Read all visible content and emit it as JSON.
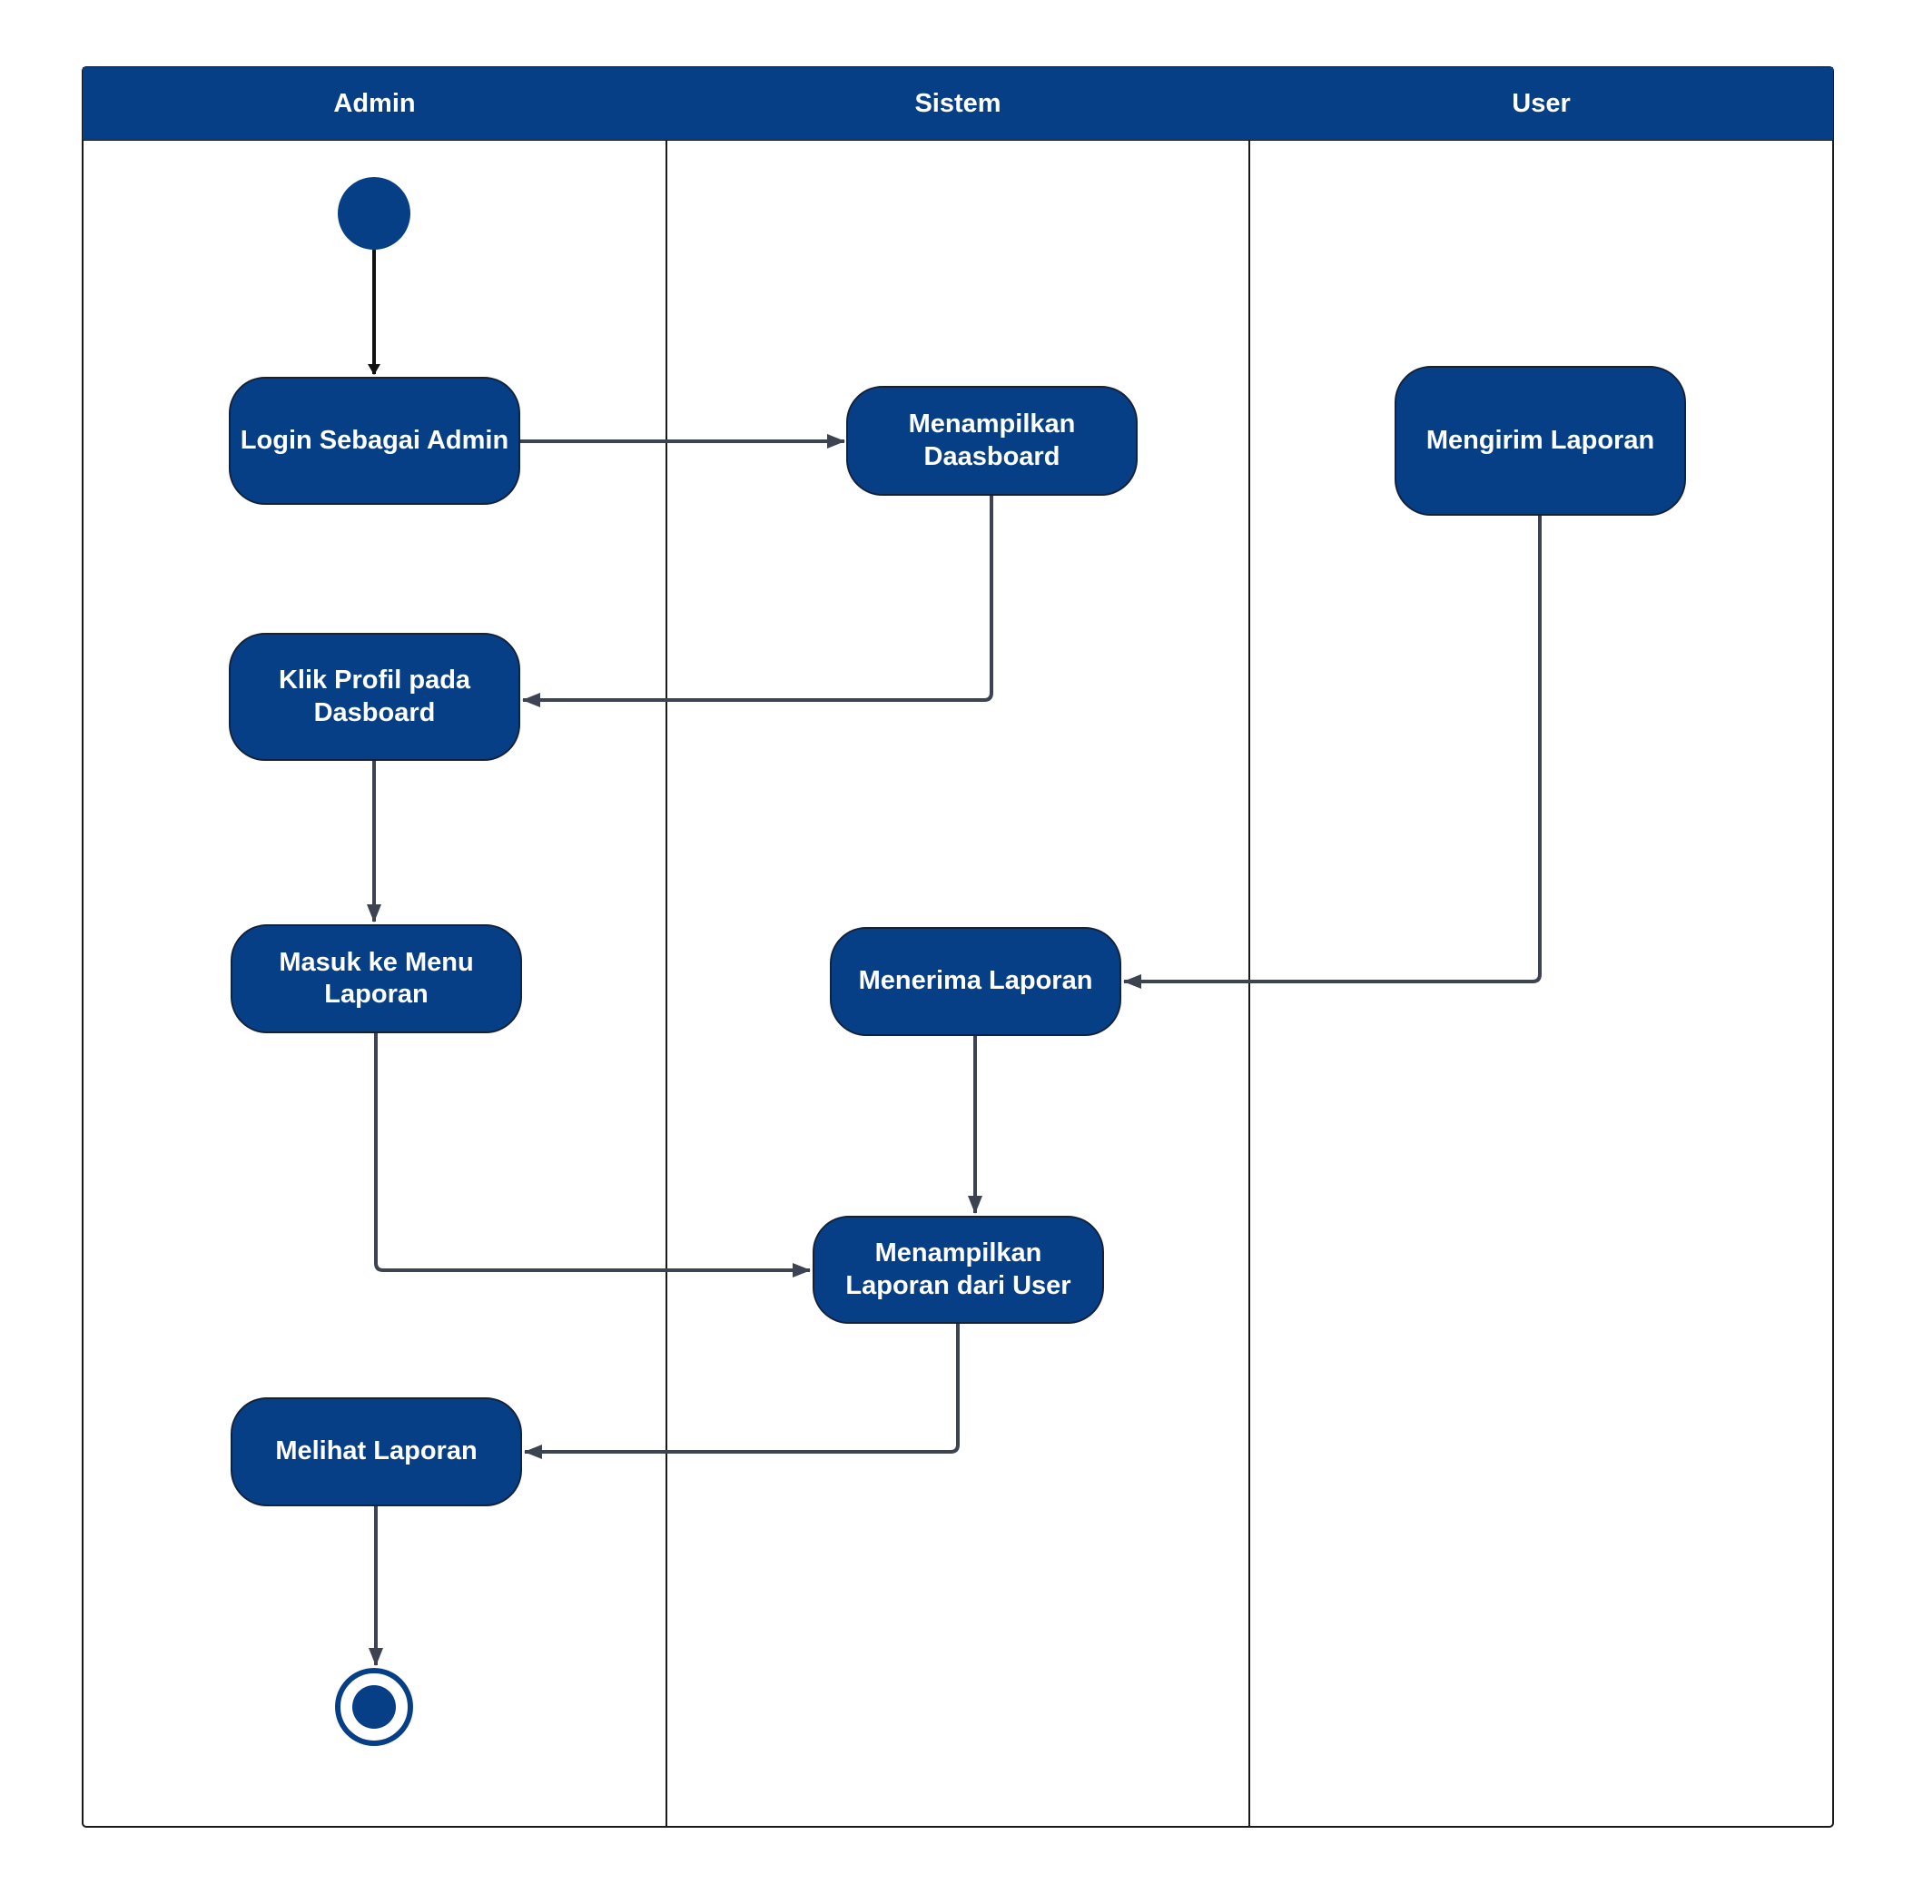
{
  "lanes": [
    {
      "id": "admin",
      "label": "Admin"
    },
    {
      "id": "sistem",
      "label": "Sistem"
    },
    {
      "id": "user",
      "label": "User"
    }
  ],
  "nodes": {
    "login": "Login Sebagai Admin",
    "menampilkan_dashboard": "Menampilkan\nDaasboard",
    "mengirim_laporan": "Mengirim Laporan",
    "klik_profil": "Klik Profil pada\nDasboard",
    "masuk_menu": "Masuk ke Menu\nLaporan",
    "menerima_laporan": "Menerima Laporan",
    "menampilkan_laporan": "Menampilkan\nLaporan dari User",
    "melihat_laporan": "Melihat Laporan"
  },
  "flows": [
    {
      "from": "start",
      "to": "login"
    },
    {
      "from": "login",
      "to": "menampilkan_dashboard"
    },
    {
      "from": "menampilkan_dashboard",
      "to": "klik_profil"
    },
    {
      "from": "klik_profil",
      "to": "masuk_menu"
    },
    {
      "from": "mengirim_laporan",
      "to": "menerima_laporan"
    },
    {
      "from": "menerima_laporan",
      "to": "menampilkan_laporan"
    },
    {
      "from": "masuk_menu",
      "to": "menampilkan_laporan"
    },
    {
      "from": "menampilkan_laporan",
      "to": "melihat_laporan"
    },
    {
      "from": "melihat_laporan",
      "to": "end"
    }
  ],
  "colors": {
    "primary": "#073f87",
    "line": "#3d4350",
    "border": "#13223a"
  }
}
